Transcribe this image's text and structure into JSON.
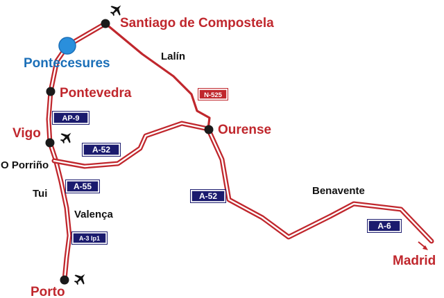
{
  "colors": {
    "road": "#c0272d",
    "city_label": "#c0272d",
    "highlight": "#1b6fb8",
    "highlight_dot": "#2a8fdc",
    "dot": "#1a1a1a",
    "badge_bg": "#1b1b6e",
    "badge_border": "#ffffff",
    "national_badge_bg": "#c0272d",
    "plain_label": "#111111"
  },
  "icons": [
    "airplane-icon"
  ],
  "cities": {
    "santiago": "Santiago de Compostela",
    "pontecesures": "Pontecesures",
    "pontevedra": "Pontevedra",
    "vigo": "Vigo",
    "ourense": "Ourense",
    "porto": "Porto",
    "madrid": "Madrid"
  },
  "places": {
    "lalin": "Lalín",
    "porrino": "O Porriño",
    "tui": "Tui",
    "valenca": "Valença",
    "benavente": "Benavente"
  },
  "roads": {
    "ap9": "AP-9",
    "a52_west": "A-52",
    "a52_east": "A-52",
    "a55": "A-55",
    "a3": "A-3 Ip1",
    "a6": "A-6",
    "n525": "N-525"
  }
}
